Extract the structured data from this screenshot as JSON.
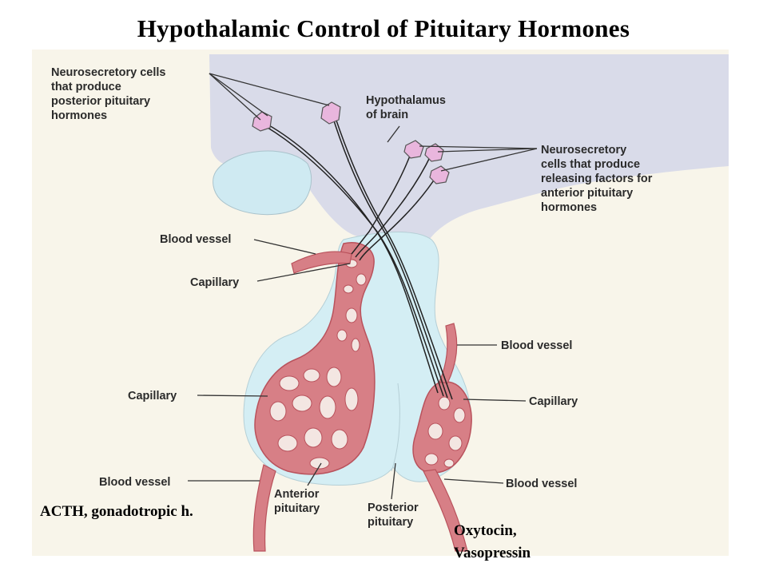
{
  "title": "Hypothalamic Control of Pituitary Hormones",
  "colors": {
    "panel_background": "#f8f5ea",
    "brain_tissue": "#d9dbe9",
    "pituitary_fluid": "#d4eef4",
    "capillary": "#d77f86",
    "capillary_dark": "#b9525c",
    "neuron": "#e9b6dd"
  },
  "labels": {
    "neuro_posterior": [
      "Neurosecretory cells",
      "that produce",
      "posterior pituitary",
      "hormones"
    ],
    "hypothalamus": [
      "Hypothalamus",
      "of brain"
    ],
    "neuro_anterior": [
      "Neurosecretory",
      "cells that produce",
      "releasing factors for",
      "anterior pituitary",
      "hormones"
    ],
    "blood_vessel_upper_left": "Blood vessel",
    "capillary_upper_left": "Capillary",
    "blood_vessel_right_upper": "Blood vessel",
    "capillary_left": "Capillary",
    "capillary_right": "Capillary",
    "blood_vessel_lower_left": "Blood vessel",
    "blood_vessel_lower_right": "Blood vessel",
    "anterior_pituitary": [
      "Anterior",
      "pituitary"
    ],
    "posterior_pituitary": [
      "Posterior",
      "pituitary"
    ]
  },
  "captions": {
    "anterior_hormones": "ACTH, gonadotropic h.",
    "posterior_hormones": [
      "Oxytocin,",
      "Vasopressin"
    ]
  }
}
